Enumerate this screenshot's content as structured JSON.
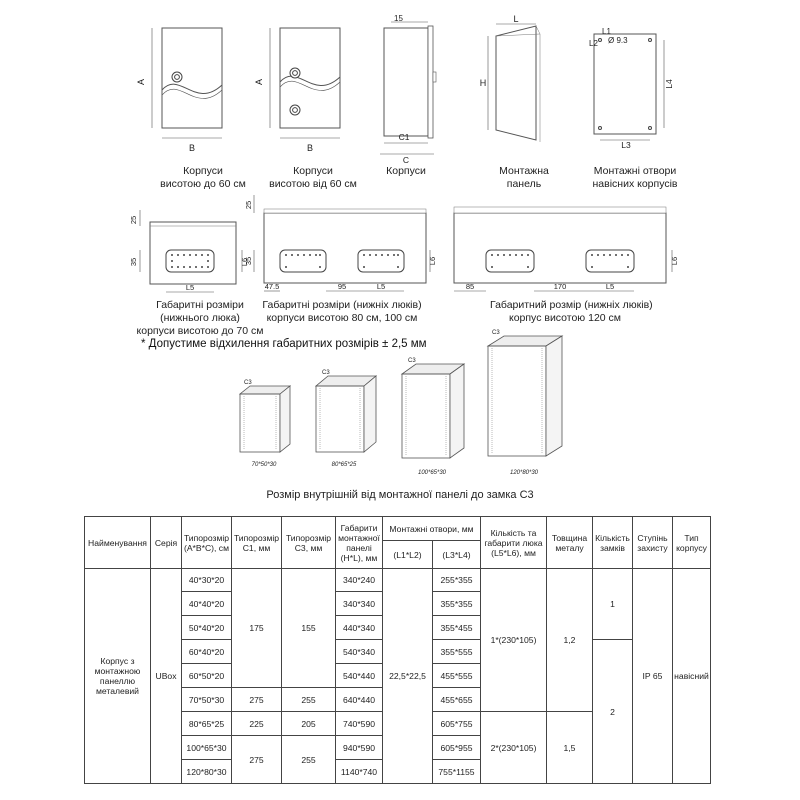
{
  "drawings": {
    "dim": {
      "a": "A",
      "b": "B",
      "c": "C",
      "c1": "C1",
      "d15": "15",
      "h": "H",
      "l": "L",
      "l1": "L1",
      "l2": "L2",
      "hole": "Ø 9.3",
      "l3": "L3",
      "l4": "L4",
      "d25": "25",
      "d35": "35",
      "l5": "L5",
      "l6": "L6",
      "d47_5": "47.5",
      "d95": "95",
      "d85": "85",
      "d170": "170"
    },
    "captions": {
      "body_to60": [
        "Корпуси",
        "висотою до 60 см"
      ],
      "body_from60": [
        "Корпуси",
        "висотою від 60 см"
      ],
      "bodies": [
        "Корпуси"
      ],
      "mount_panel": [
        "Монтажна",
        "панель"
      ],
      "mount_holes": [
        "Монтажні отвори",
        "навісних корпусів"
      ],
      "overall_to70": [
        "Габаритні розміри",
        "(нижнього люка)",
        "корпуси висотою до 70 см"
      ],
      "overall_80_100": [
        "Габаритні розміри (нижніх люків)",
        "корпуси висотою 80 см, 100 см"
      ],
      "overall_120": [
        "Габаритний розмір (нижніх люків)",
        "корпус висотою 120 см"
      ]
    },
    "tolerance_note": "* Допустиме відхилення габаритних розмірів ± 2,5 мм",
    "iso": {
      "c3": "C3",
      "labels": [
        "70*50*30",
        "80*65*25",
        "100*65*30",
        "120*80*30"
      ]
    },
    "inner_caption": "Розмір внутрішній від монтажної панелі до замка С3"
  },
  "table": {
    "headers": {
      "name": "Найменування",
      "series": "Серія",
      "size": [
        "Типорозмір",
        "(A*B*C), см"
      ],
      "c1": [
        "Типорозмір",
        "С1, мм"
      ],
      "c3": [
        "Типорозмір",
        "С3, мм"
      ],
      "panel": [
        "Габарити",
        "монтажної",
        "панелі",
        "(H*L), мм"
      ],
      "holes": "Монтажні отвори, мм",
      "holes_l1l2": "(L1*L2)",
      "holes_l3l4": "(L3*L4)",
      "hatch": [
        "Кількість та",
        "габарити люка",
        "(L5*L6), мм"
      ],
      "thickness": [
        "Товщина",
        "металу"
      ],
      "locks": [
        "Кількість",
        "замків"
      ],
      "protection": [
        "Ступінь",
        "захисту"
      ],
      "type": [
        "Тип",
        "корпусу"
      ]
    },
    "name": [
      "Корпус з",
      "монтажною",
      "панеллю",
      "металевий"
    ],
    "series": "UBox",
    "sizes": [
      "40*30*20",
      "40*40*20",
      "50*40*20",
      "60*40*20",
      "60*50*20",
      "70*50*30",
      "80*65*25",
      "100*65*30",
      "120*80*30"
    ],
    "c1": [
      "175",
      "275",
      "225",
      "275"
    ],
    "c3": [
      "155",
      "255",
      "205",
      "255"
    ],
    "panels": [
      "340*240",
      "340*340",
      "440*340",
      "540*340",
      "540*440",
      "640*440",
      "740*590",
      "940*590",
      "1140*740"
    ],
    "l1l2": "22,5*22,5",
    "l3l4": [
      "255*355",
      "355*355",
      "355*455",
      "355*555",
      "455*555",
      "455*655",
      "605*755",
      "605*955",
      "755*1155"
    ],
    "hatch": [
      "1*(230*105)",
      "2*(230*105)"
    ],
    "thickness": [
      "1,2",
      "1,5"
    ],
    "locks": [
      "1",
      "2"
    ],
    "protection": "IP 65",
    "type": "навісний"
  }
}
